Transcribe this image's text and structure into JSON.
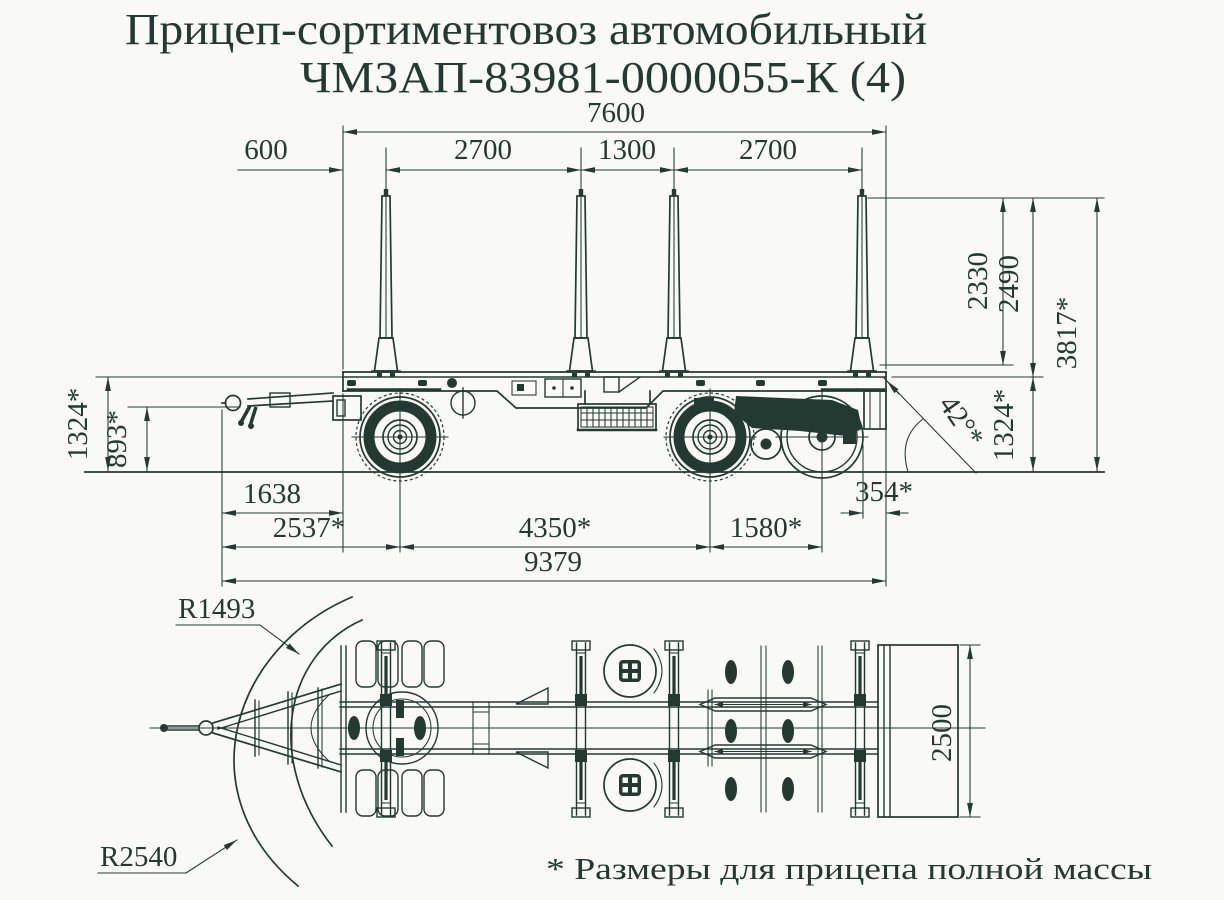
{
  "title": {
    "line1": "Прицеп-сортиментовоз автомобильный",
    "line2": "ЧМЗАП-83981-0000055-К (4)"
  },
  "side_view": {
    "top_dims": {
      "overall": "7600",
      "front": "600",
      "bay1": "2700",
      "bay2": "1300",
      "bay3": "2700"
    },
    "right_dims": {
      "bunk_to_stake_top": "2330",
      "deck_to_stake_top": "2490",
      "overall_height": "3817*",
      "deck_height_rear": "1324*",
      "tilt_angle": "42°*"
    },
    "left_dims": {
      "deck_height": "1324*",
      "eye_height": "893*"
    },
    "bottom_dims": {
      "eye_to_frame": "1638",
      "eye_to_front_axle": "2537*",
      "front_axle_to_bogie": "4350*",
      "bogie_spread": "1580*",
      "rear_overhang": "354*",
      "overall_length": "9379"
    }
  },
  "plan_view": {
    "radius_inner": "R1493",
    "radius_outer": "R2540",
    "overall_width": "2500"
  },
  "footnote": "* Размеры для прицепа полной массы",
  "colors": {
    "ink": "#223a32",
    "paper": "#f9f9f6"
  }
}
